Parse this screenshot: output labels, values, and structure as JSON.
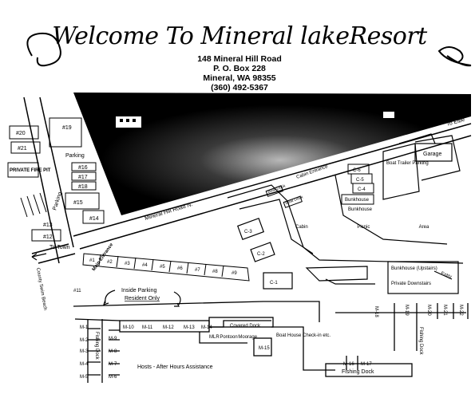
{
  "header": {
    "title": "Welcome To Mineral lakeResort",
    "address_line1": "148 Mineral Hill Road",
    "address_line2": "P. O. Box 228",
    "address_line3": "Mineral, WA 98355",
    "phone": "(360) 492-5367"
  },
  "roads": {
    "mineral_hill_road": "Mineral Hill Road N.",
    "to_elbe": "To Elbe",
    "to_town": "To Town",
    "cabin_entrance": "Cabin Entrance",
    "main_entrance": "Main Entrance",
    "entry": "Entry"
  },
  "sites_left": [
    "#20",
    "#21",
    "#19",
    "#16",
    "#17",
    "#18",
    "#15",
    "#14",
    "#13",
    "#12",
    "#11"
  ],
  "sites_row": [
    "#1",
    "#2",
    "#3",
    "#4",
    "#5",
    "#6",
    "#7",
    "#8",
    "#9"
  ],
  "areas": {
    "parking": "Parking",
    "parking2": "Parking",
    "private_fire_pit": "PRIVATE FIRE PIT",
    "boat_trailer_parking": "Boat Trailer Parking",
    "garage": "Garage",
    "bunkhouse1": "Bunkhouse",
    "bunkhouse2": "Bunkhouse",
    "cabin_picnic_area": "Cabin Picnic Area",
    "inside_parking": "Inside Parking",
    "resident_only": "Resident Only",
    "bunkhouse_upstairs": "Bunkhouse (Upstairs)",
    "private_downstairs": "Private Downstairs",
    "county_swim_beach": "County Swim Beach",
    "covered_dock": "Covered Dock",
    "mlr_pontoon_moorage": "MLR Pontoon Moorage",
    "boat_house": "Boat House Check-in etc.",
    "fishing_dock": "Fishing Dock",
    "fishing_dock_vertical": "Fishing Dock",
    "fishing_dock_right": "Fishing Dock",
    "hosts": "Hosts - After Hours Assistance",
    "boat_dock_small": "Boat Dock",
    "boat_dock_small2": "Boat Dock"
  },
  "cabins": [
    "C-1",
    "C-2",
    "C-3",
    "C-4",
    "C-5",
    "C-6"
  ],
  "moorage": [
    "M-1",
    "M-2",
    "M-3",
    "M-4",
    "M-5",
    "M-6",
    "M-7",
    "M-8",
    "M-9",
    "M-10",
    "M-11",
    "M-12",
    "M-13",
    "M-14",
    "M-15",
    "M-16",
    "M-17",
    "M-18",
    "M-19",
    "M-20",
    "M-21",
    "M-22"
  ]
}
